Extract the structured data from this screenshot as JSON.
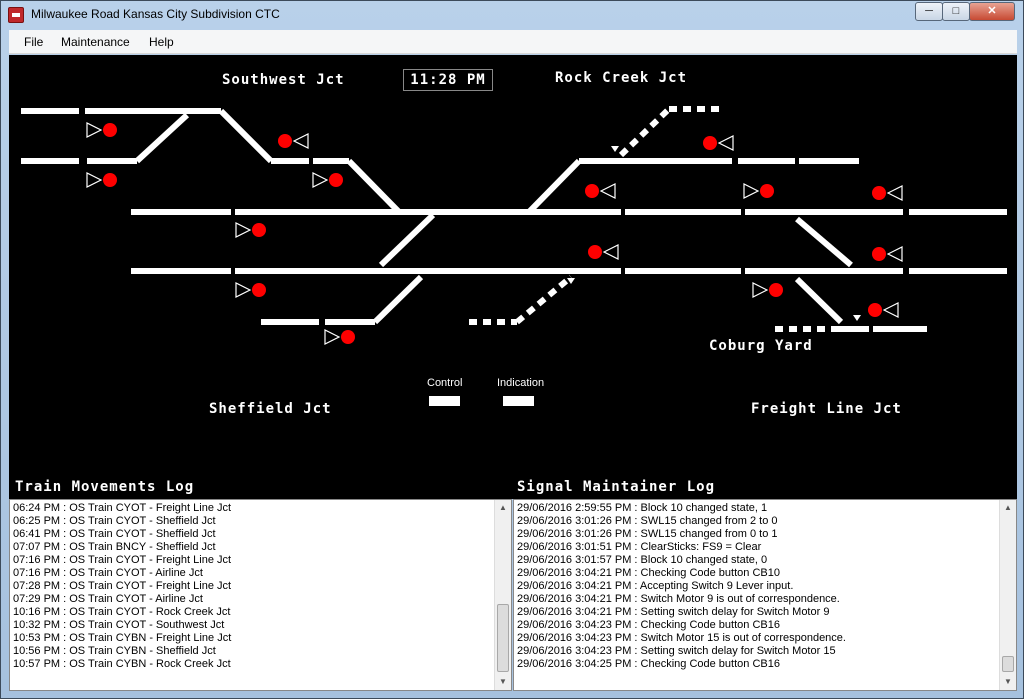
{
  "window": {
    "title": "Milwaukee Road Kansas City Subdivision CTC"
  },
  "menu": {
    "items": [
      "File",
      "Maintenance",
      "Help"
    ]
  },
  "board": {
    "clock": "11:28 PM",
    "junctions": {
      "southwest": "Southwest Jct",
      "rock_creek": "Rock Creek Jct",
      "sheffield": "Sheffield Jct",
      "coburg": "Coburg Yard",
      "freight_line": "Freight Line Jct"
    },
    "legend": {
      "control": "Control",
      "indication": "Indication"
    },
    "signal_color": "#ff0000",
    "track_color": "#ffffff"
  },
  "logs": {
    "train_title": "Train Movements Log",
    "maint_title": "Signal Maintainer Log",
    "train_lines": [
      "06:24 PM : OS Train CYOT - Freight Line Jct",
      "06:25 PM : OS Train CYOT - Sheffield Jct",
      "06:41 PM : OS Train CYOT - Sheffield Jct",
      "07:07 PM : OS Train BNCY - Sheffield Jct",
      "07:16 PM : OS Train CYOT - Freight Line Jct",
      "07:16 PM : OS Train CYOT - Airline Jct",
      "07:28 PM : OS Train CYOT - Freight Line Jct",
      "07:29 PM : OS Train CYOT - Airline Jct",
      "10:16 PM : OS Train CYOT - Rock Creek Jct",
      "10:32 PM : OS Train CYOT - Southwest Jct",
      "10:53 PM : OS Train CYBN - Freight Line Jct",
      "10:56 PM : OS Train CYBN - Sheffield Jct",
      "10:57 PM : OS Train CYBN - Rock Creek Jct"
    ],
    "maint_lines": [
      "29/06/2016 2:59:55 PM : Block 10 changed state, 1",
      "29/06/2016 3:01:26 PM : SWL15 changed from 2 to 0",
      "29/06/2016 3:01:26 PM : SWL15 changed from 0 to 1",
      "29/06/2016 3:01:51 PM : ClearSticks: FS9 = Clear",
      "29/06/2016 3:01:57 PM : Block 10 changed state, 0",
      "29/06/2016 3:04:21 PM : Checking Code button CB10",
      "29/06/2016 3:04:21 PM : Accepting Switch 9 Lever input.",
      "29/06/2016 3:04:21 PM : Switch Motor 9 is out of correspondence.",
      "29/06/2016 3:04:21 PM : Setting switch delay for Switch Motor 9",
      "29/06/2016 3:04:23 PM : Checking Code button CB16",
      "29/06/2016 3:04:23 PM : Switch Motor 15 is out of correspondence.",
      "29/06/2016 3:04:23 PM : Setting switch delay for Switch Motor 15",
      "29/06/2016 3:04:25 PM : Checking Code button CB16"
    ]
  }
}
